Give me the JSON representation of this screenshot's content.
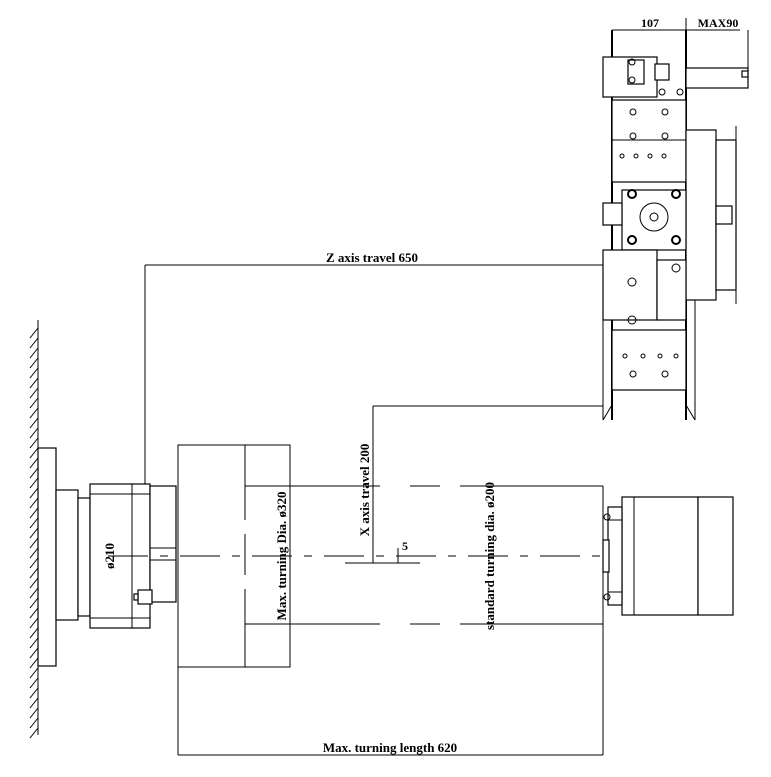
{
  "labels": {
    "z_travel": "Z axis travel 650",
    "x_travel": "X axis travel 200",
    "max_turning_dia": "Max. turning Dia. ø320",
    "standard_turning_dia": "standard turning dia. ø200",
    "max_turning_length": "Max. turning length 620",
    "chuck_dia": "ø210",
    "offset": "5",
    "turret_width": "107",
    "tool_overhang": "MAX90"
  }
}
